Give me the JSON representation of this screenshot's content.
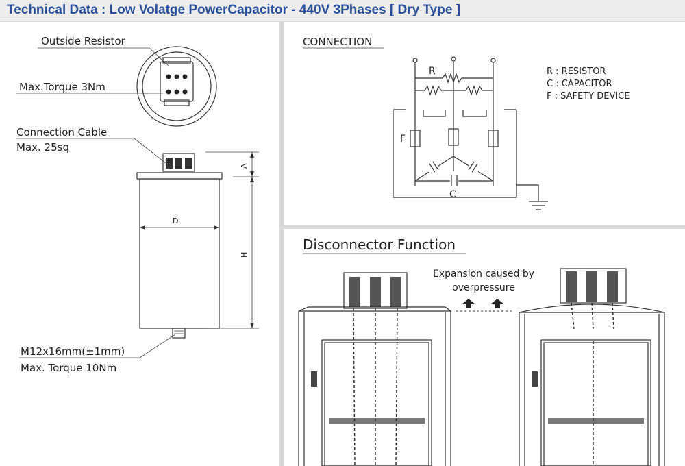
{
  "title": "Technical Data : Low Volatge PowerCapacitor - 440V 3Phases [ Dry Type ]",
  "left": {
    "outside_resistor": "Outside  Resistor",
    "max_torque_top": "Max.Torque  3Nm",
    "connection_cable": "Connection  Cable",
    "max_25sq": "Max.  25sq",
    "dim_d": "D",
    "dim_a": "A",
    "dim_h": "H",
    "m12": "M12x16mm(±1mm)",
    "max_torque_bottom": "Max. Torque  10Nm"
  },
  "connection": {
    "heading": "CONNECTION",
    "r_label": "R",
    "f_label": "F",
    "c_label": "C",
    "legend": [
      "R  :  RESISTOR",
      "C  :  CAPACITOR",
      "F  :  SAFETY  DEVICE"
    ]
  },
  "disconnector": {
    "heading": "Disconnector Function",
    "note_line1": "Expansion caused by",
    "note_line2": "overpressure"
  }
}
